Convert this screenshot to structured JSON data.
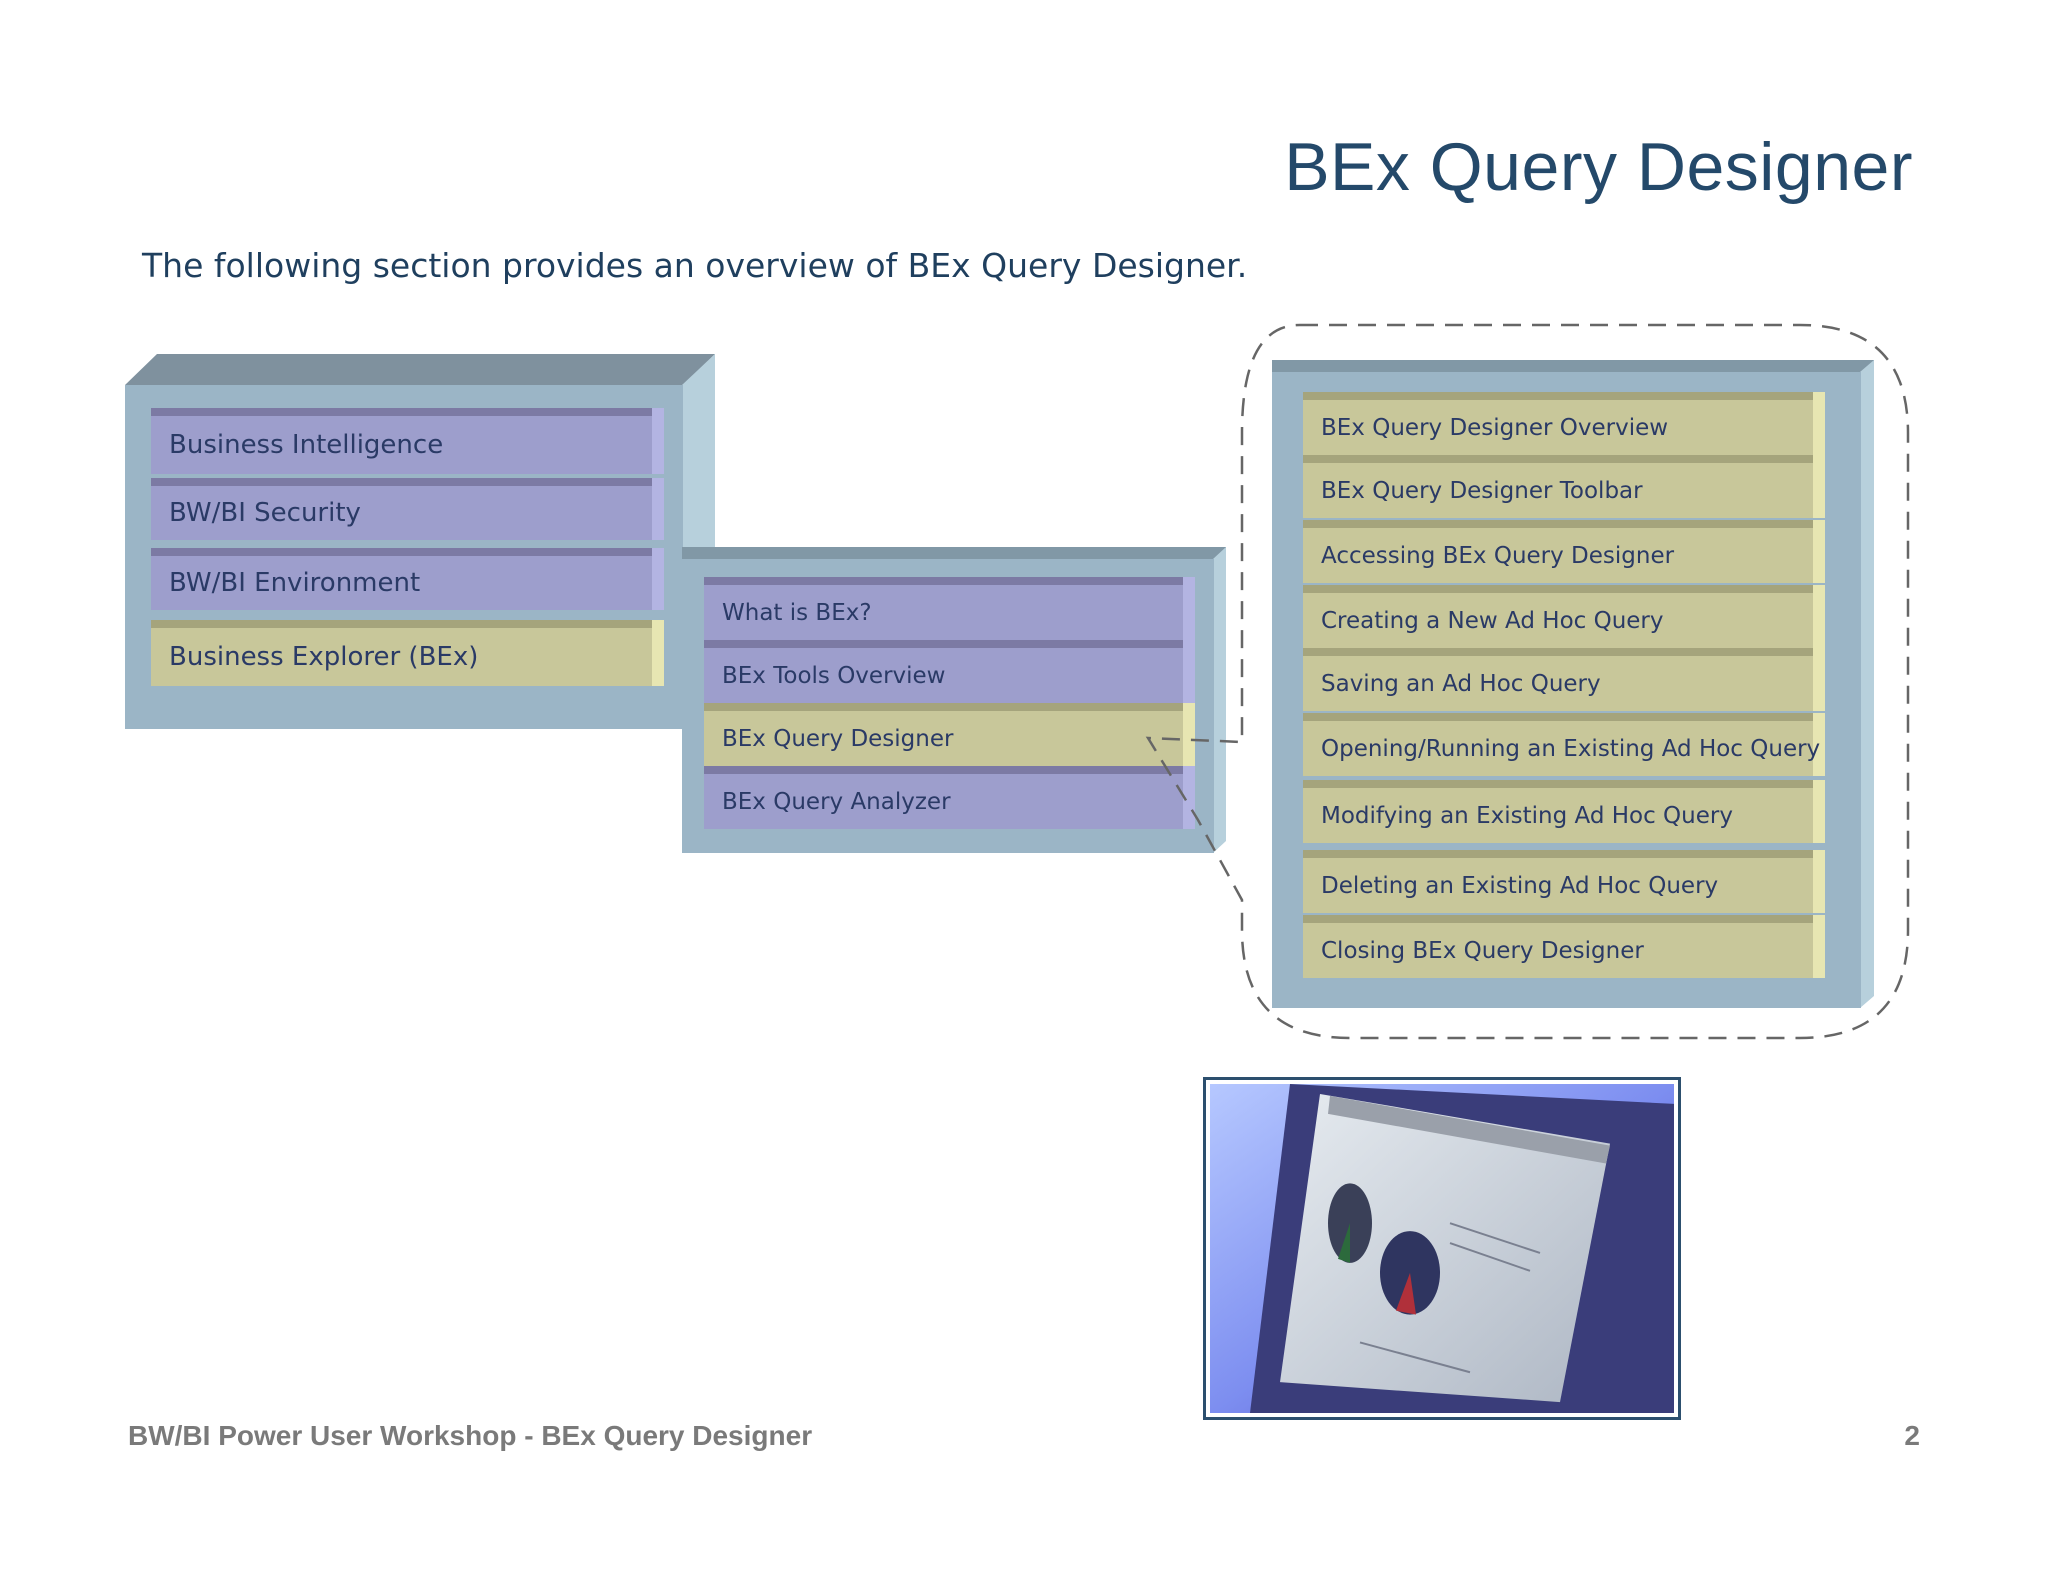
{
  "page": {
    "title": "BEx Query Designer",
    "subtitle": "The following section provides an overview of BEx Query Designer."
  },
  "level1": {
    "items": [
      {
        "label": "Business Intelligence",
        "active": false
      },
      {
        "label": "BW/BI Security",
        "active": false
      },
      {
        "label": "BW/BI Environment",
        "active": false
      },
      {
        "label": "Business Explorer (BEx)",
        "active": true
      }
    ]
  },
  "level2": {
    "items": [
      {
        "label": "What is BEx?",
        "active": false
      },
      {
        "label": "BEx Tools Overview",
        "active": false
      },
      {
        "label": "BEx Query Designer",
        "active": true
      },
      {
        "label": "BEx Query Analyzer",
        "active": false
      }
    ]
  },
  "level3": {
    "items": [
      {
        "label": "BEx Query Designer Overview"
      },
      {
        "label": "BEx Query Designer Toolbar"
      },
      {
        "label": "Accessing BEx Query Designer"
      },
      {
        "label": "Creating a New Ad Hoc Query"
      },
      {
        "label": "Saving an Ad Hoc Query"
      },
      {
        "label": "Opening/Running an Existing Ad Hoc Query"
      },
      {
        "label": "Modifying an Existing Ad Hoc Query"
      },
      {
        "label": "Deleting an Existing Ad Hoc Query"
      },
      {
        "label": "Closing BEx Query Designer"
      }
    ]
  },
  "footer": {
    "left": "BW/BI Power User Workshop - BEx Query Designer",
    "page_number": "2"
  },
  "colors": {
    "title": "#24496a",
    "purple_bar": "#9d9ecc",
    "khaki_bar": "#c8c79a",
    "box_front": "#9bb5c6"
  },
  "image": {
    "icon": "computer-screen-pie-chart-photo"
  }
}
